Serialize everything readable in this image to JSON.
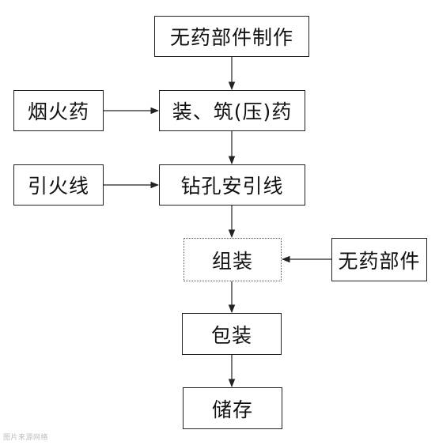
{
  "nodes": {
    "prep": "无药部件制作",
    "pyro": "烟火药",
    "pack_press": "装、筑(压)药",
    "fuse": "引火线",
    "drill": "钻孔安引线",
    "assemble": "组装",
    "parts": "无药部件",
    "package": "包装",
    "store": "储存"
  },
  "watermark": "图片来源网络"
}
